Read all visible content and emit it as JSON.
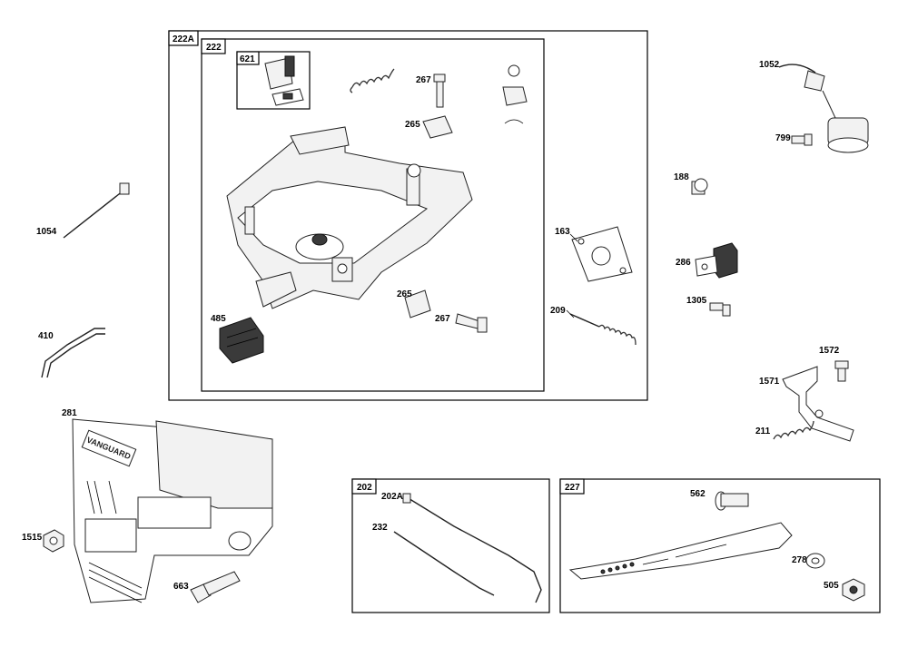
{
  "diagram": {
    "groups": [
      {
        "id": "g222A",
        "label": "222A"
      },
      {
        "id": "g222",
        "label": "222"
      },
      {
        "id": "g621",
        "label": "621"
      },
      {
        "id": "g202",
        "label": "202"
      },
      {
        "id": "g227",
        "label": "227"
      }
    ],
    "callouts": {
      "c1052": "1052",
      "c799": "799",
      "c188": "188",
      "c286": "286",
      "c1305": "1305",
      "c163": "163",
      "c209": "209",
      "c1572": "1572",
      "c1571": "1571",
      "c211": "211",
      "c1054": "1054",
      "c410": "410",
      "c281": "281",
      "c1515": "1515",
      "c663": "663",
      "c267a": "267",
      "c265a": "265",
      "c265b": "265",
      "c267b": "267",
      "c485": "485",
      "c202A": "202A",
      "c232": "232",
      "c562": "562",
      "c278": "278",
      "c505": "505"
    },
    "cover_text": "VANGUARD"
  }
}
